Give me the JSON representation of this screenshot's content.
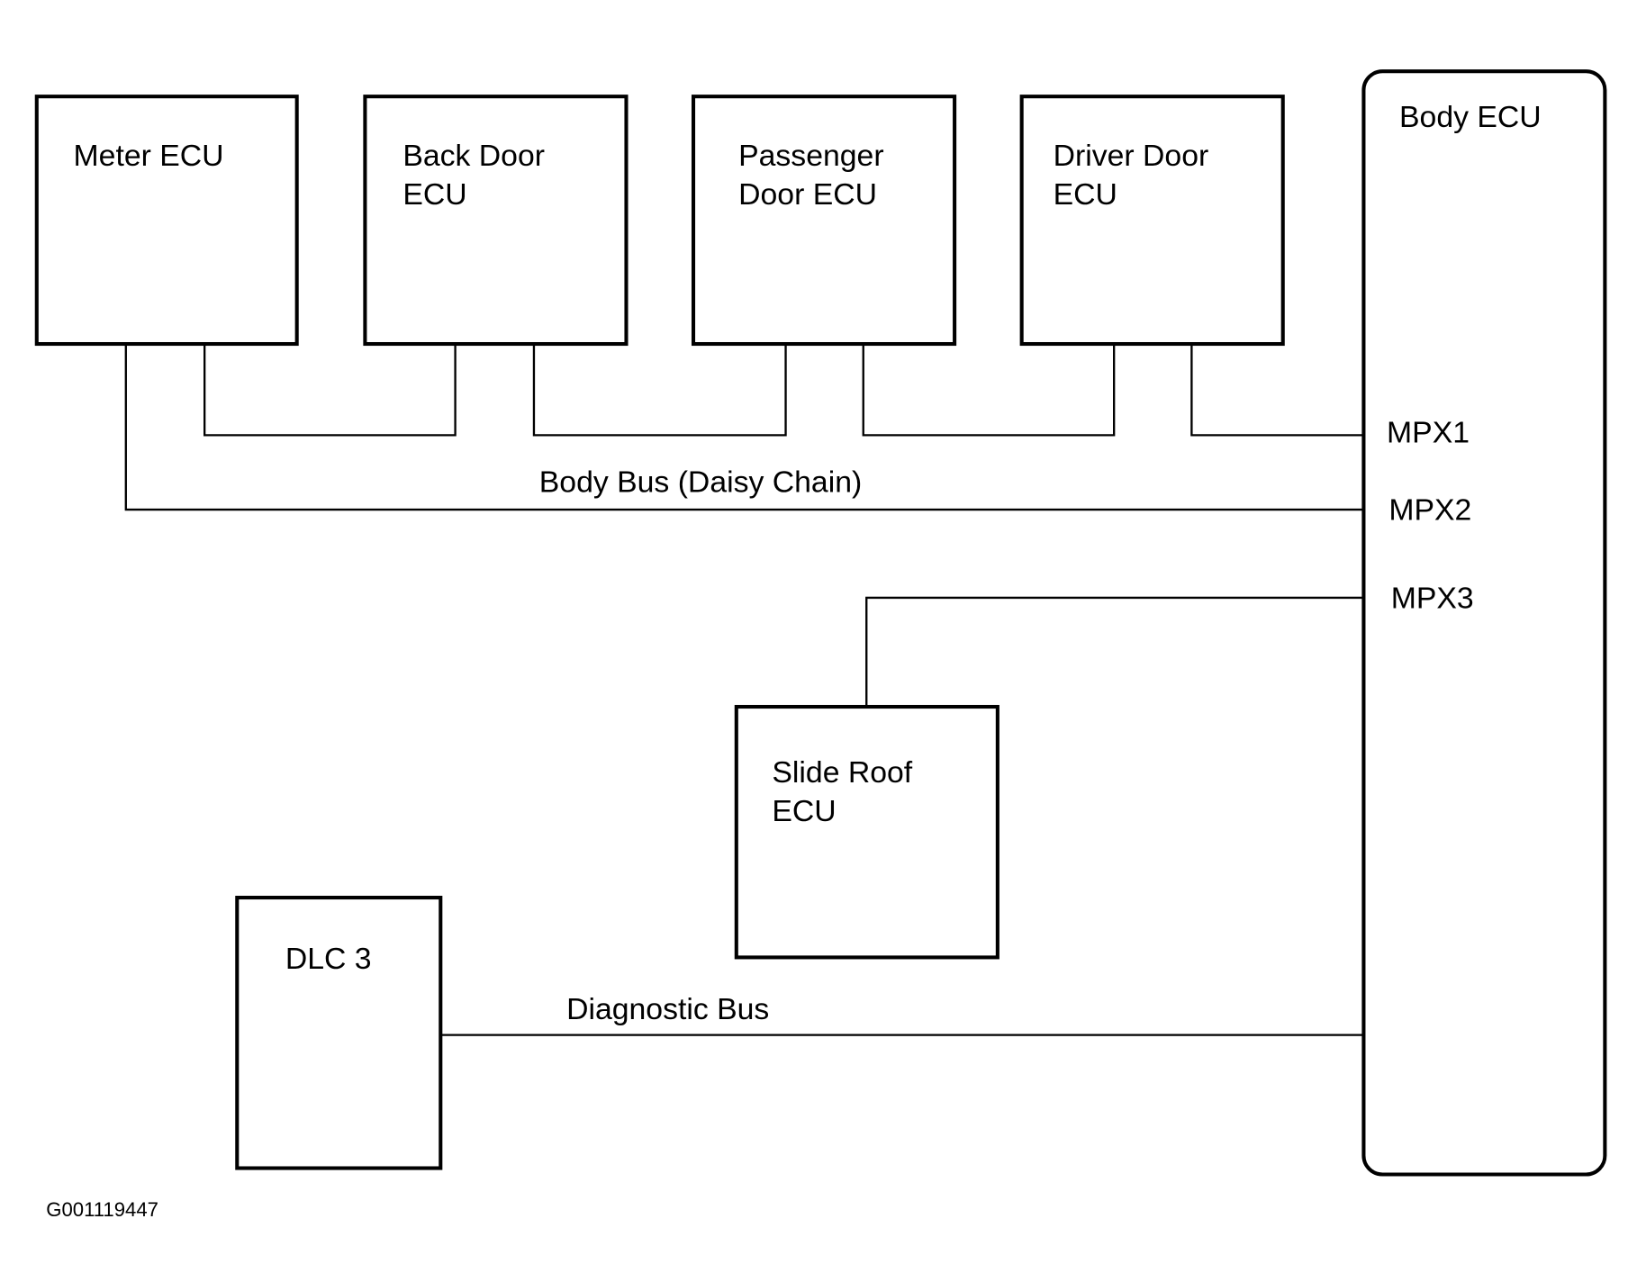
{
  "diagram": {
    "type": "network block diagram",
    "nodes": [
      {
        "id": "meter",
        "lines": [
          "Meter ECU"
        ]
      },
      {
        "id": "backdoor",
        "lines": [
          "Back Door",
          "ECU"
        ]
      },
      {
        "id": "passenger",
        "lines": [
          "Passenger",
          "Door ECU"
        ]
      },
      {
        "id": "driver",
        "lines": [
          "Driver Door",
          "ECU"
        ]
      },
      {
        "id": "body",
        "lines": [
          "Body ECU"
        ]
      },
      {
        "id": "sliderooft",
        "lines": [
          "Slide Roof",
          "ECU"
        ]
      },
      {
        "id": "dlc",
        "lines": [
          "DLC 3"
        ]
      }
    ],
    "ports": [
      "MPX1",
      "MPX2",
      "MPX3"
    ],
    "bus_labels": {
      "body_bus": "Body Bus (Daisy Chain)",
      "diagnostic_bus": "Diagnostic Bus"
    },
    "edges": [
      {
        "from": "meter",
        "to": "backdoor"
      },
      {
        "from": "backdoor",
        "to": "passenger"
      },
      {
        "from": "passenger",
        "to": "driver"
      },
      {
        "from": "driver",
        "to": "body",
        "port": "MPX1"
      },
      {
        "from": "meter",
        "to": "body",
        "port": "MPX2",
        "label": "Body Bus (Daisy Chain)"
      },
      {
        "from": "sliderooft",
        "to": "body",
        "port": "MPX3"
      },
      {
        "from": "dlc",
        "to": "body",
        "label": "Diagnostic Bus"
      }
    ],
    "figure_code": "G001119447"
  }
}
